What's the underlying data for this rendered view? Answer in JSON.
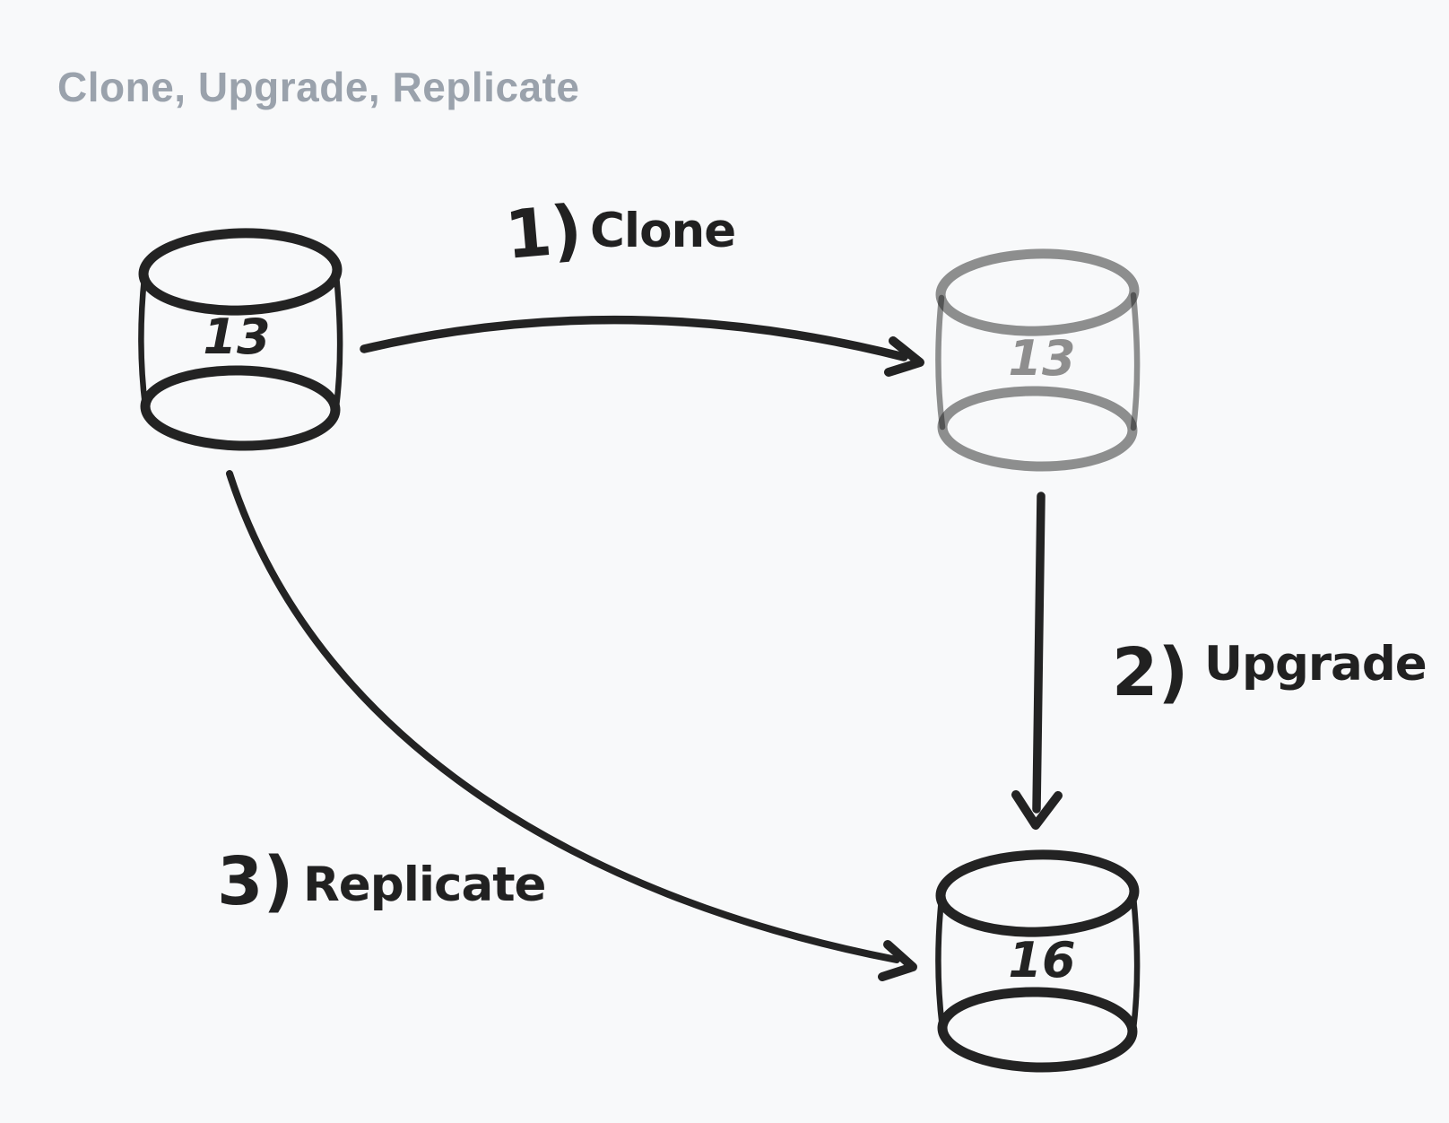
{
  "title": "Clone, Upgrade, Replicate",
  "nodes": {
    "source": {
      "label": "13",
      "style": "solid"
    },
    "clone": {
      "label": "13",
      "style": "ghost"
    },
    "upgraded": {
      "label": "16",
      "style": "solid"
    }
  },
  "steps": {
    "clone": {
      "number": "1)",
      "label": "Clone"
    },
    "upgrade": {
      "number": "2)",
      "label": "Upgrade"
    },
    "replicate": {
      "number": "3)",
      "label": "Replicate"
    }
  },
  "colors": {
    "background": "#f8f9fa",
    "ink": "#232323",
    "ghost": "#8e8e8e",
    "title_gray": "#9aa2ac"
  }
}
